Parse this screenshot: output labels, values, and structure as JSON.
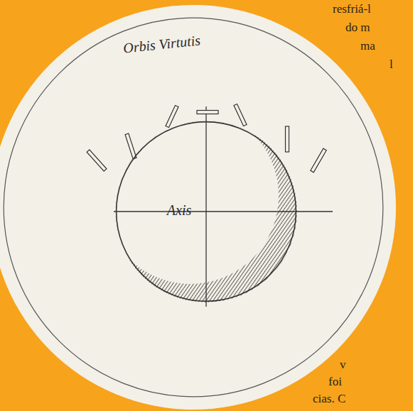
{
  "diagram": {
    "nodes": [
      {
        "text": [
          "Orbis Virtutis"
        ]
      },
      {
        "text": [
          "Axis"
        ],
        "in": 0
      }
    ],
    "labels": [
      "resfriá-l",
      "do m",
      "ma",
      "l",
      "v",
      "foi",
      "cias. C"
    ]
  }
}
